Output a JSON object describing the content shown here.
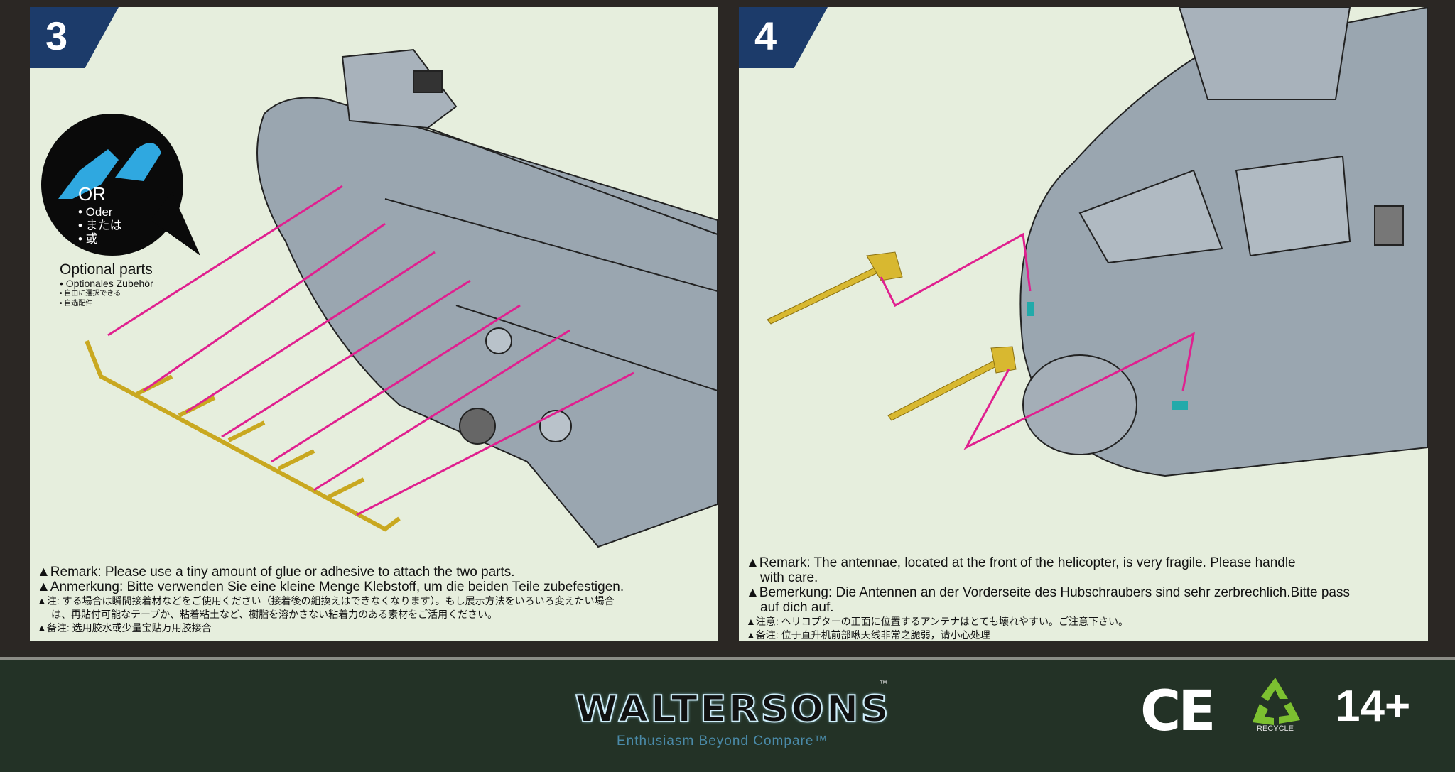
{
  "step3": {
    "number": "3",
    "bubble": {
      "or": "OR",
      "items": [
        "• Oder",
        "• または",
        "• 或"
      ]
    },
    "optional": {
      "title": "Optional parts",
      "items": [
        "• Optionales Zubehör",
        "• 自由に選択できる",
        "• 自选配件"
      ]
    },
    "notes": [
      "▲Remark: Please use a tiny amount of glue or adhesive to attach the two parts.",
      "▲Anmerkung: Bitte verwenden Sie eine kleine Menge Klebstoff, um die beiden Teile zubefestigen.",
      "▲注: する場合は瞬間接着材などをご使用ください（接着後の組換えはできなくなります）。もし展示方法をいろいろ変えたい場合",
      "は、再貼付可能なテープか、粘着粘土など、樹脂を溶かさない粘着力のある素材をご活用ください。",
      "▲备注: 选用胶水或少量宝贴万用胶接合"
    ]
  },
  "step4": {
    "number": "4",
    "notes": [
      "▲Remark: The antennae, located at the front of the helicopter, is very fragile. Please handle",
      "with care.",
      "▲Bemerkung: Die Antennen an der Vorderseite des Hubschraubers sind sehr zerbrechlich.Bitte pass",
      "auf dich auf.",
      "▲注意: ヘリコプターの正面に位置するアンテナはとても壊れやすい。ご注意下さい。",
      "▲备注: 位于直升机前部啾天线非常之脆弱，请小心处理"
    ]
  },
  "footer": {
    "brand": "WALTERSONS",
    "tm": "™",
    "tagline": "Enthusiasm Beyond Compare™",
    "ce": "CE",
    "recycle": "RECYCLE",
    "age": "14+"
  },
  "colors": {
    "arrow": "#e0208f",
    "part": "#d8b830",
    "body": "#9aa6b0",
    "badge": "#1c3b6a"
  }
}
